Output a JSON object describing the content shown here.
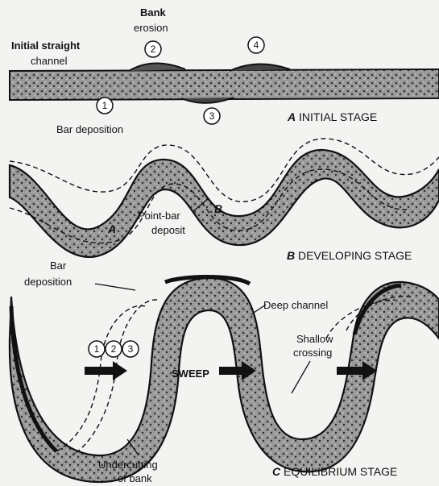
{
  "stage_a": {
    "label_letter": "A",
    "label_text": "INITIAL STAGE",
    "initial_channel": [
      "Initial straight",
      "channel"
    ],
    "bank_erosion": [
      "Bank",
      "erosion"
    ],
    "bar_deposition": "Bar deposition",
    "markers": [
      "1",
      "2",
      "3",
      "4"
    ]
  },
  "stage_b": {
    "label_letter": "B",
    "label_text": "DEVELOPING STAGE",
    "point_bar": [
      "Point-bar",
      "deposit"
    ],
    "letter_a": "A",
    "letter_b": "B"
  },
  "stage_c": {
    "label_letter": "C",
    "label_text": "EQUILIBRIUM STAGE",
    "bar_deposition": [
      "Bar",
      "deposition"
    ],
    "deep_channel": "Deep channel",
    "shallow_crossing": [
      "Shallow",
      "crossing"
    ],
    "sweep": "SWEEP",
    "undercutting": [
      "Undercutting",
      "of bank"
    ],
    "markers": [
      "1",
      "2",
      "3"
    ]
  },
  "colors": {
    "ink": "#111111",
    "paper": "#f3f3f1",
    "gray": "#6f6f6f"
  }
}
